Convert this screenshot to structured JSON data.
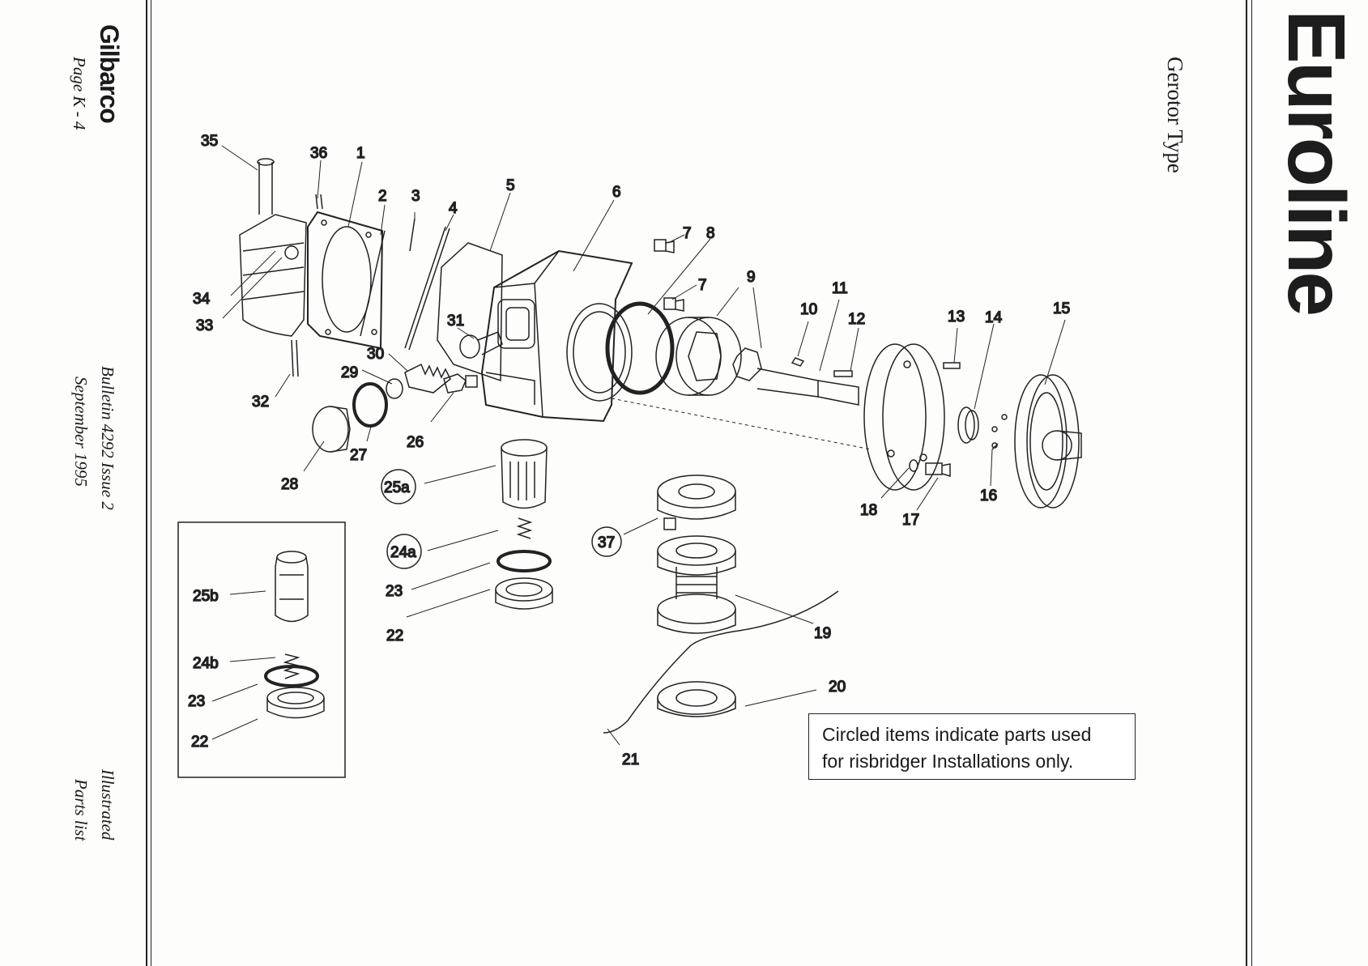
{
  "brand": {
    "manufacturer": "Gilbarco",
    "product": "Euroline"
  },
  "header": {
    "page": "Page K - 4",
    "title": "Gerotor Type"
  },
  "left_margin": {
    "bulletin": "Bulletin 4292 Issue 2",
    "date": "September 1995",
    "doc_type_line1": "Illustrated",
    "doc_type_line2": "Parts list"
  },
  "note": {
    "line1": "Circled items indicate parts used",
    "line2": "for risbridger Installations only."
  },
  "part_labels": {
    "p1": "1",
    "p2": "2",
    "p3": "3",
    "p4": "4",
    "p5": "5",
    "p6": "6",
    "p7a": "7",
    "p7b": "7",
    "p8": "8",
    "p9": "9",
    "p10": "10",
    "p11": "11",
    "p12": "12",
    "p13": "13",
    "p14": "14",
    "p15": "15",
    "p16": "16",
    "p17": "17",
    "p18": "18",
    "p19": "19",
    "p20": "20",
    "p21": "21",
    "p22": "22",
    "p23": "23",
    "p24a": "24a",
    "p25a": "25a",
    "p26": "26",
    "p27": "27",
    "p28": "28",
    "p29": "29",
    "p30": "30",
    "p31": "31",
    "p32": "32",
    "p33": "33",
    "p34": "34",
    "p35": "35",
    "p36": "36",
    "p37": "37",
    "inset_25b": "25b",
    "inset_24b": "24b",
    "inset_23": "23",
    "inset_22": "22"
  },
  "circled_items": [
    "25a",
    "24a",
    "37"
  ]
}
